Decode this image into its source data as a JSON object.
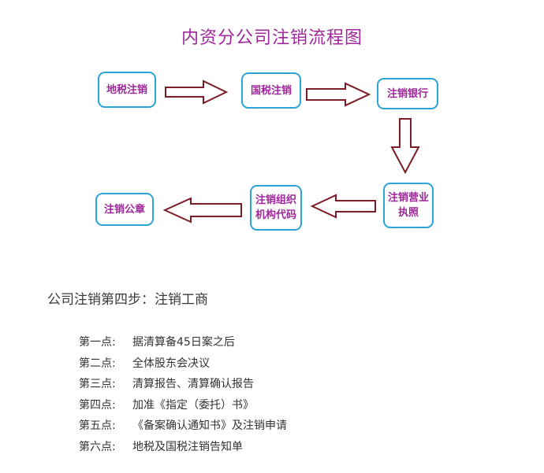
{
  "title": "内资分公司注销流程图",
  "flowchart": {
    "nodes": [
      {
        "id": "n1",
        "label": "地税注销"
      },
      {
        "id": "n2",
        "label": "国税注销"
      },
      {
        "id": "n3",
        "label": "注销银行"
      },
      {
        "id": "n4",
        "label": "注销营业执照"
      },
      {
        "id": "n5",
        "label": "注销组织机构代码"
      },
      {
        "id": "n6",
        "label": "注销公章"
      }
    ],
    "edges": [
      {
        "from": "n1",
        "to": "n2"
      },
      {
        "from": "n2",
        "to": "n3"
      },
      {
        "from": "n3",
        "to": "n4"
      },
      {
        "from": "n4",
        "to": "n5"
      },
      {
        "from": "n5",
        "to": "n6"
      }
    ],
    "colors": {
      "node_border": "#2aa3d6",
      "node_text": "#a0269b",
      "arrow": "#7b1c26"
    }
  },
  "steps_section": {
    "heading": "公司注销第四步：注销工商",
    "items": [
      {
        "label": "第一点:",
        "text": "据清算备45日案之后"
      },
      {
        "label": "第二点:",
        "text": "全体股东会决议"
      },
      {
        "label": "第三点:",
        "text": "清算报告、清算确认报告"
      },
      {
        "label": "第四点:",
        "text": "加准《指定（委托）书》"
      },
      {
        "label": "第五点:",
        "text": "《备案确认通知书》及注销申请"
      },
      {
        "label": "第六点:",
        "text": "地税及国税注销告知单"
      }
    ]
  }
}
